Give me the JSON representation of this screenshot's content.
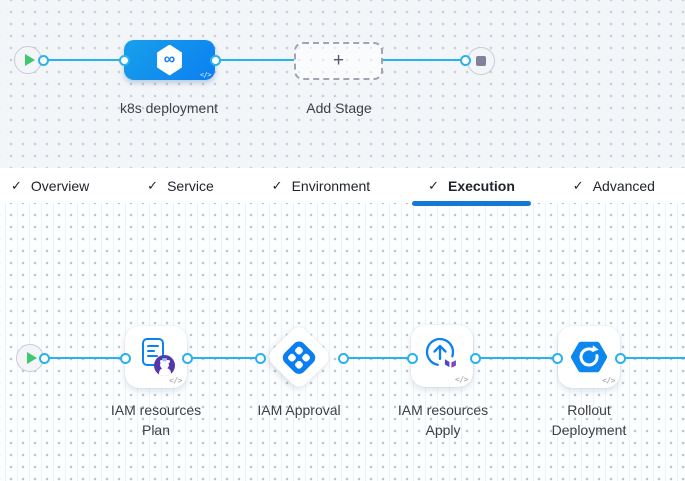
{
  "icons": {
    "check": "✓",
    "plus": "+",
    "code_badge": "</>",
    "stage_hex_infinity": "∞",
    "play": "play-triangle",
    "stop": "stop-square"
  },
  "colors": {
    "link_line": "#29b2ec",
    "stage_blue_start": "#18a0e9",
    "stage_blue_end": "#0b7ff2",
    "tab_underline": "#1478d4",
    "play_green": "#41c76d",
    "plan_badge_purple": "#5636ad",
    "terraform_indigo": "#4d48c6",
    "terraform_purple": "#7d45c6",
    "step_icon_blue": "#0c82f0"
  },
  "stage_pipeline": {
    "stage_label": "k8s deployment",
    "add_stage_label": "Add Stage"
  },
  "tabs": [
    {
      "label": "Overview",
      "active": false
    },
    {
      "label": "Service",
      "active": false
    },
    {
      "label": "Environment",
      "active": false
    },
    {
      "label": "Execution",
      "active": true
    },
    {
      "label": "Advanced",
      "active": false
    }
  ],
  "execution_steps": [
    {
      "name": "IAM resources Plan",
      "line1": "IAM resources",
      "line2": "Plan",
      "icon": "terraform-plan"
    },
    {
      "name": "IAM Approval",
      "line1": "IAM Approval",
      "line2": "",
      "icon": "harness-approval"
    },
    {
      "name": "IAM resources Apply",
      "line1": "IAM resources",
      "line2": "Apply",
      "icon": "terraform-apply"
    },
    {
      "name": "Rollout Deployment",
      "line1": "Rollout",
      "line2": "Deployment",
      "icon": "k8s-rollout"
    }
  ]
}
